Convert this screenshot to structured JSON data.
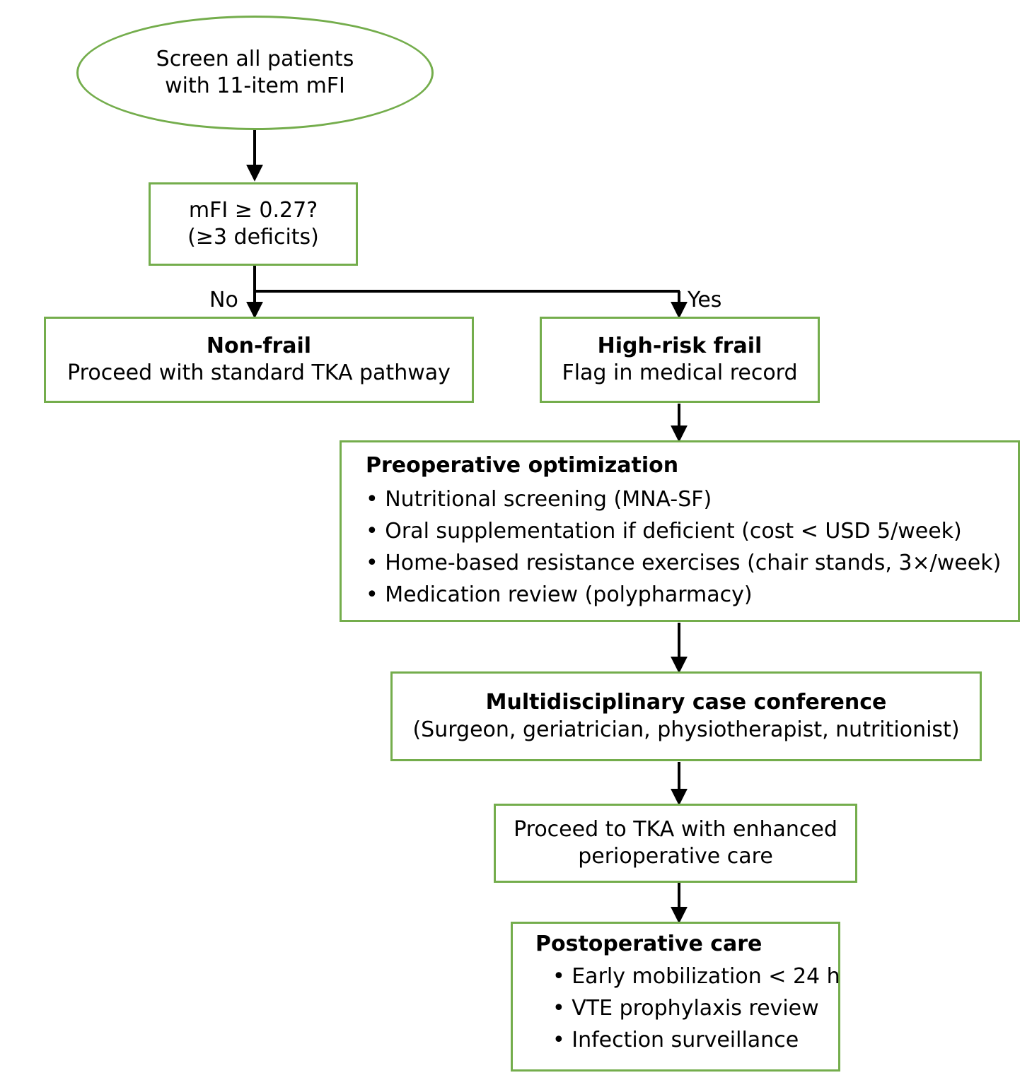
{
  "diagram": {
    "title": "Frailty screening and perioperative care pathway for TKA",
    "accent_color": "#74ad4c",
    "text_color": "#000000",
    "background_color": "#ffffff"
  },
  "nodes": {
    "start": {
      "shape": "ellipse",
      "line1": "Screen all patients",
      "line2": "with 11-item mFI"
    },
    "decision": {
      "shape": "box",
      "line1": "mFI ≥ 0.27?",
      "line2": "(≥3 deficits)"
    },
    "non_frail": {
      "shape": "box",
      "title": "Non-frail",
      "line2": "Proceed with standard TKA pathway"
    },
    "high_risk": {
      "shape": "box",
      "title": "High-risk frail",
      "line2": "Flag in medical record"
    },
    "preop": {
      "shape": "box",
      "title": "Preoperative optimization",
      "bullets": [
        "• Nutritional screening (MNA-SF)",
        "• Oral supplementation if deficient (cost < USD 5/week)",
        "• Home-based resistance exercises (chair stands, 3×/week)",
        "• Medication review (polypharmacy)"
      ]
    },
    "mdt": {
      "shape": "box",
      "title": "Multidisciplinary case conference",
      "line2": "(Surgeon, geriatrician, physiotherapist, nutritionist)"
    },
    "proceed_tka": {
      "shape": "box",
      "line1": "Proceed to TKA with enhanced",
      "line2": "perioperative care"
    },
    "postop": {
      "shape": "box",
      "title": "Postoperative care",
      "bullets": [
        "• Early mobilization < 24 h",
        "• VTE prophylaxis review",
        "• Infection surveillance"
      ]
    }
  },
  "edges": {
    "no_label": "No",
    "yes_label": "Yes"
  }
}
